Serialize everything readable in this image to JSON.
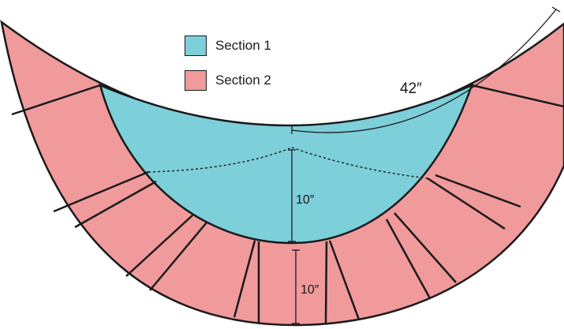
{
  "legend": [
    {
      "label": "Section 1",
      "color": "#7dcfd9"
    },
    {
      "label": "Section 2",
      "color": "#f09a9c"
    }
  ],
  "dimensions": {
    "arc_length": "42″",
    "section1_depth": "10″",
    "section2_depth": "10″"
  },
  "colors": {
    "section1": "#7dcfd9",
    "section2": "#f09a9c",
    "stroke": "#1a1a1a"
  }
}
